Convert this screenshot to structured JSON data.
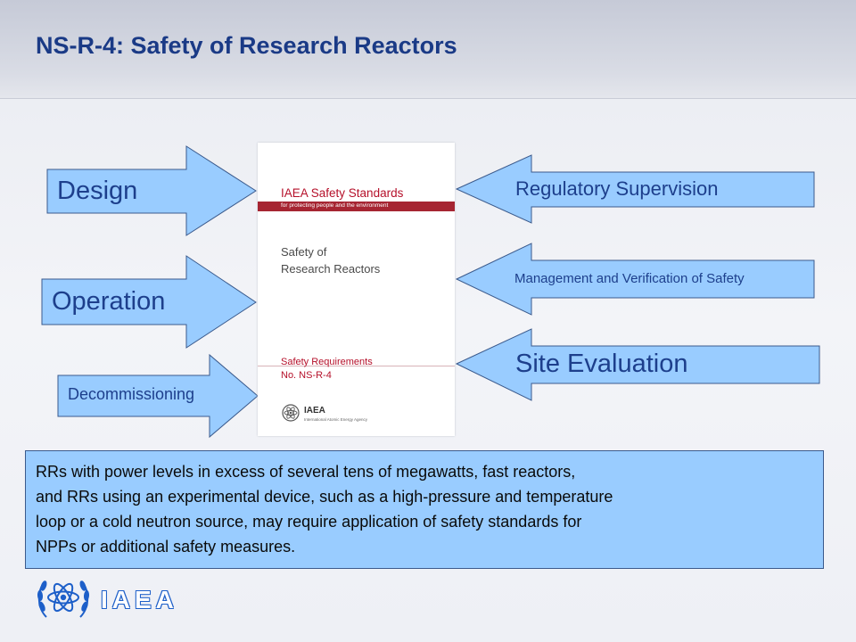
{
  "slide": {
    "title": "NS-R-4: Safety of Research Reactors"
  },
  "arrows": {
    "left": [
      {
        "label": "Design"
      },
      {
        "label": "Operation"
      },
      {
        "label": "Decommissioning"
      }
    ],
    "right": [
      {
        "label": "Regulatory Supervision"
      },
      {
        "label": "Management and Verification of Safety"
      },
      {
        "label": "Site Evaluation"
      }
    ]
  },
  "cover": {
    "series": "IAEA Safety Standards",
    "series_sub": "for protecting people and the environment",
    "title_line1": "Safety of",
    "title_line2": "Research Reactors",
    "req_line1": "Safety Requirements",
    "req_line2": "No. NS-R-4",
    "org": "IAEA",
    "org_sub": "International Atomic Energy Agency"
  },
  "note": {
    "lines": [
      "RRs with power levels in excess of several tens of megawatts, fast reactors,",
      "and RRs using an experimental  device, such as a high-pressure and temperature",
      "loop or a cold neutron source, may require application of safety standards for",
      "NPPs or additional safety measures."
    ]
  },
  "footer": {
    "logo_text": "IAEA"
  },
  "colors": {
    "title": "#1a3a86",
    "arrow_fill": "#99ccff",
    "arrow_stroke": "#3b5a8c",
    "cover_accent": "#a62532",
    "logo_blue": "#1d5fc9"
  }
}
